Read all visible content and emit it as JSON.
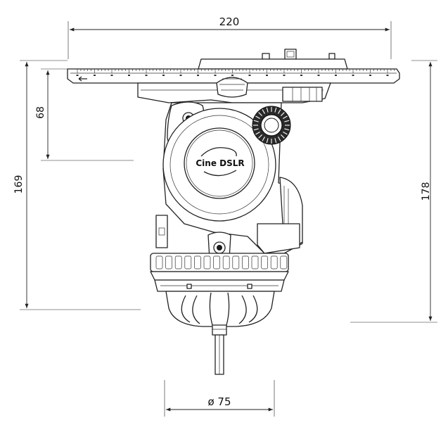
{
  "dimensions": {
    "width_top": "220",
    "height_left_upper": "68",
    "height_left_total": "169",
    "height_right": "178",
    "diameter_bottom": "ø 75"
  },
  "logo": {
    "text": "Cine DSLR"
  },
  "colors": {
    "line": "#222222",
    "background": "#ffffff"
  }
}
